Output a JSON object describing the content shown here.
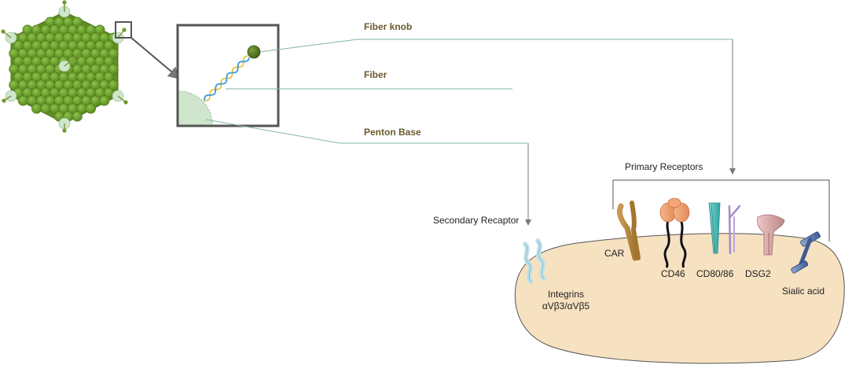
{
  "labels": {
    "fiber_knob": "Fiber knob",
    "fiber": "Fiber",
    "penton_base": "Penton Base",
    "primary_receptors": "Primary Receptors",
    "secondary_receptor": "Secondary Recaptor",
    "integrins_line1": "Integrins",
    "integrins_line2": "αVβ3/αVβ5",
    "car": "CAR",
    "cd46": "CD46",
    "cd80_86": "CD80/86",
    "dsg2": "DSG2",
    "sialic_acid": "Sialic acid"
  },
  "colors": {
    "capsid_green": "#6a9a2a",
    "penton_pale": "#cfe6cc",
    "fiber_knob": "#4f7320",
    "connector_teal": "#7fb7a6",
    "arrow_gray": "#777777",
    "cell": "#f6e1c1",
    "label_brown": "#6b5a2b"
  }
}
